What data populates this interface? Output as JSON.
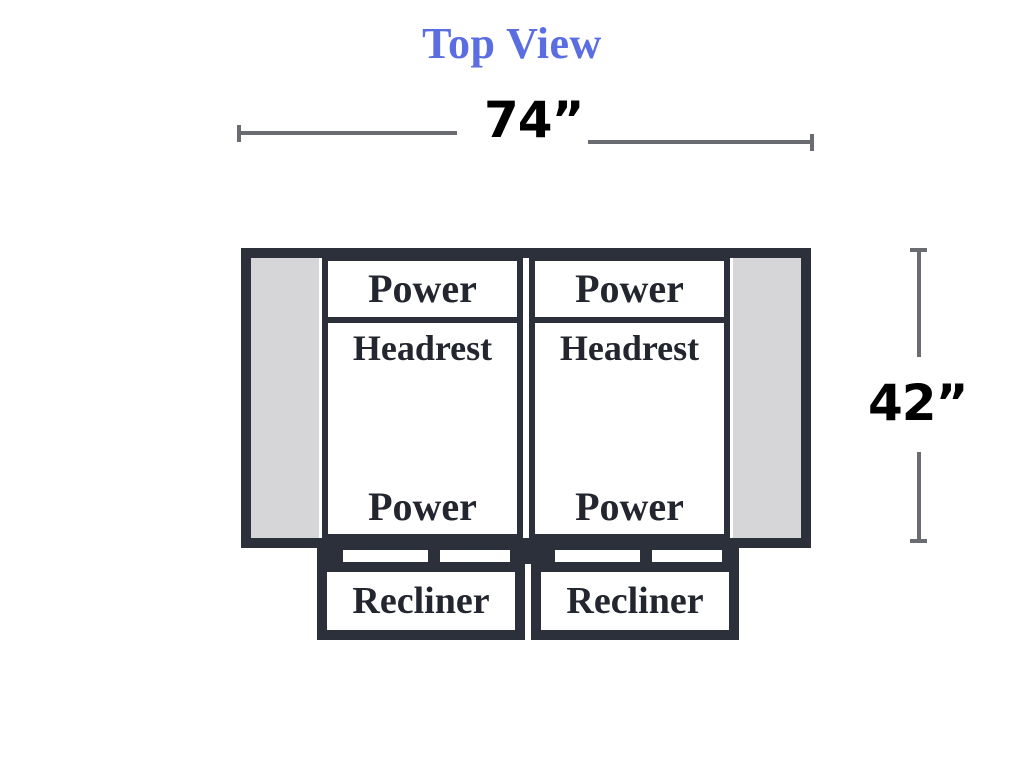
{
  "title": "Top View",
  "dimensions": {
    "width_label": "74”",
    "height_label": "42”"
  },
  "colors": {
    "title": "#5b6ee1",
    "frame": "#2b303b",
    "armrest_fill": "#d6d6d8",
    "dimension_line": "#6b6b72",
    "background": "#ffffff",
    "text": "#23262f"
  },
  "sofa": {
    "armrests": [
      {
        "name": "left-armrest"
      },
      {
        "name": "right-armrest"
      }
    ],
    "seats": [
      {
        "power_top": "Power",
        "headrest": "Headrest",
        "power_bottom": "Power"
      },
      {
        "power_top": "Power",
        "headrest": "Headrest",
        "power_bottom": "Power"
      }
    ]
  },
  "recliners": [
    {
      "label": "Recliner"
    },
    {
      "label": "Recliner"
    }
  ],
  "chart_data": {
    "type": "diagram",
    "title": "Top View",
    "subject": "two-seat power reclining sofa, plan view",
    "overall_width_inches": 74,
    "overall_depth_inches": 42,
    "annotations": [
      {
        "text": "74”",
        "orientation": "horizontal",
        "position": "top"
      },
      {
        "text": "42”",
        "orientation": "vertical",
        "position": "right"
      }
    ],
    "components": [
      {
        "name": "left-armrest",
        "label": "",
        "fill": "#d6d6d8"
      },
      {
        "name": "left-seat-power-headrest",
        "label": "Power"
      },
      {
        "name": "left-seat-headrest",
        "label": "Headrest"
      },
      {
        "name": "left-seat-power-recline",
        "label": "Power"
      },
      {
        "name": "right-seat-power-headrest",
        "label": "Power"
      },
      {
        "name": "right-seat-headrest",
        "label": "Headrest"
      },
      {
        "name": "right-seat-power-recline",
        "label": "Power"
      },
      {
        "name": "right-armrest",
        "label": "",
        "fill": "#d6d6d8"
      },
      {
        "name": "left-recliner",
        "label": "Recliner"
      },
      {
        "name": "right-recliner",
        "label": "Recliner"
      }
    ]
  }
}
